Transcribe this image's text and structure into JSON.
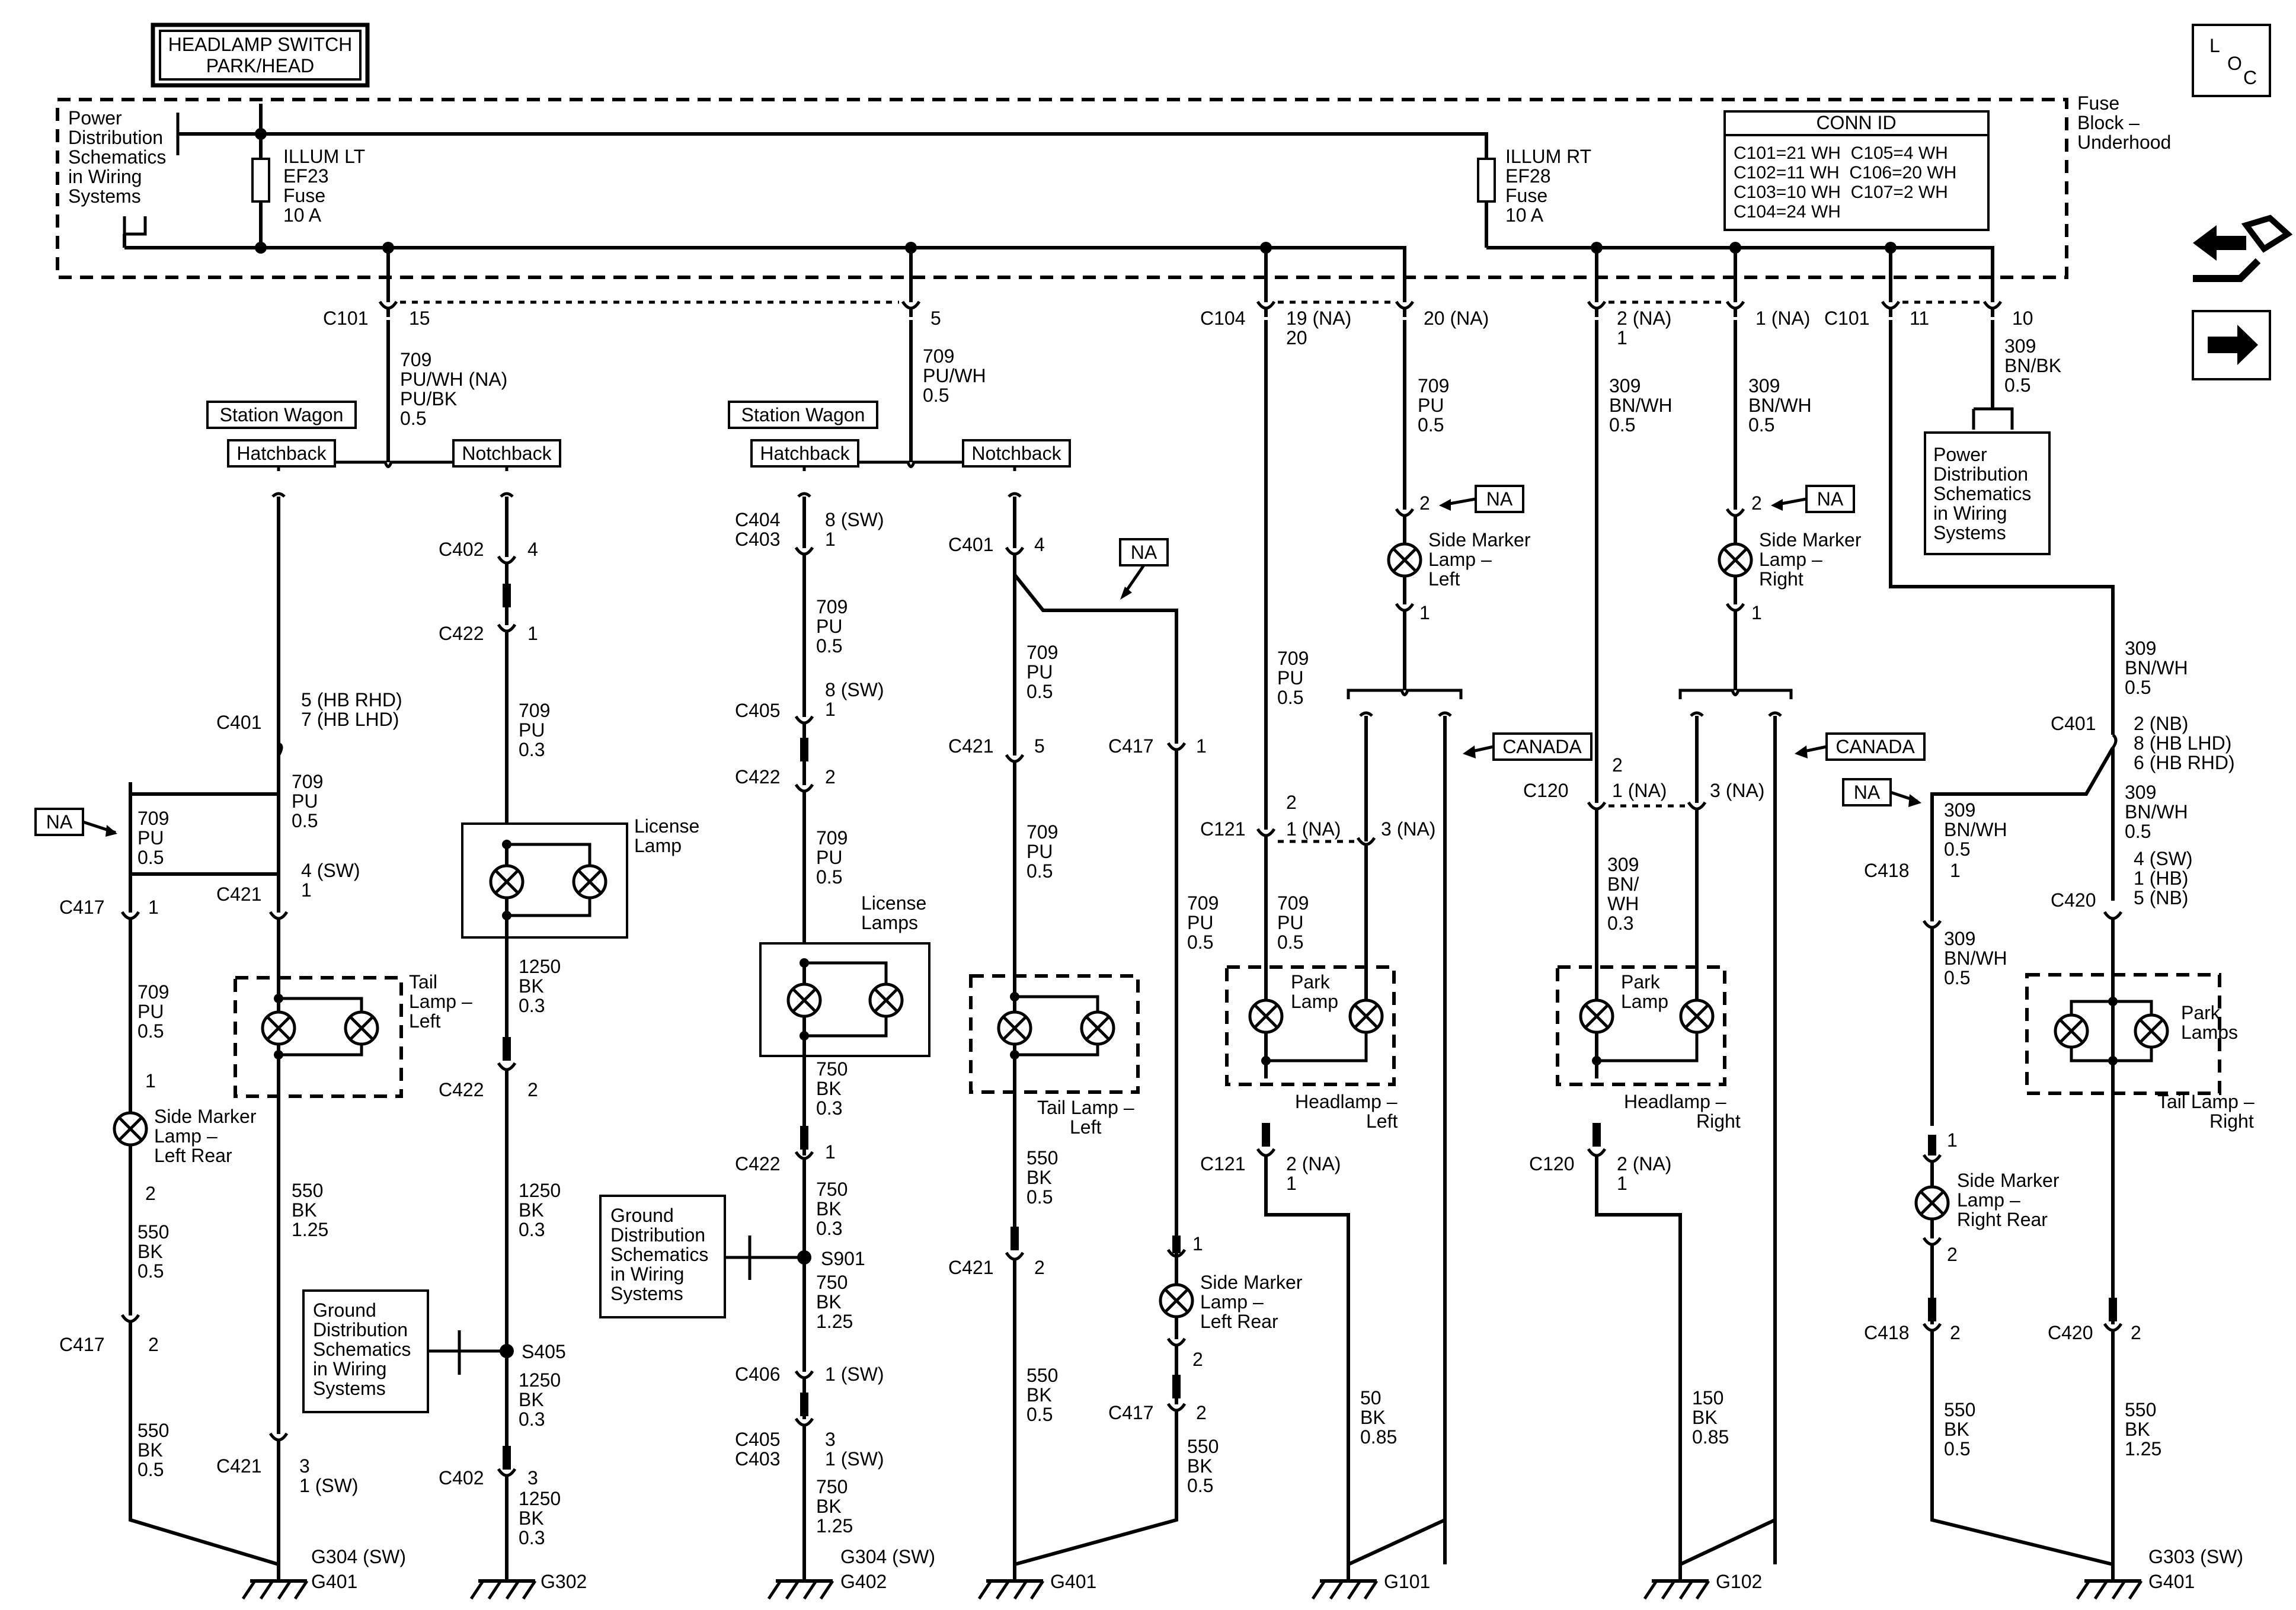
{
  "title_box": [
    "HEADLAMP SWITCH",
    "PARK/HEAD"
  ],
  "loc_box": {
    "l": "L",
    "o": "O",
    "c": "C"
  },
  "power_dist_ref": [
    "Power",
    "Distribution",
    "Schematics",
    "in Wiring",
    "Systems"
  ],
  "power_dist_ref2": [
    "Power",
    "Distribution",
    "Schematics",
    "in Wiring",
    "Systems"
  ],
  "fuse_lt": [
    "ILLUM LT",
    "EF23",
    "Fuse",
    "10 A"
  ],
  "fuse_rt": [
    "ILLUM RT",
    "EF28",
    "Fuse",
    "10 A"
  ],
  "fuse_block": [
    "Fuse",
    "Block –",
    "Underhood"
  ],
  "conn_id": {
    "title": "CONN ID",
    "rows": [
      "C101=21 WH  C105=4 WH",
      "C102=11 WH  C106=20 WH",
      "C103=10 WH  C107=2 WH",
      "C104=24 WH"
    ]
  },
  "icons": [
    "schematic-navigation-icon",
    "next-page-arrow-icon"
  ],
  "connectors": {
    "c101_a": "C101",
    "c101_a_pin": "15",
    "c101_b_pin": "5",
    "c104": "C104",
    "c104_pin_a": [
      "19 (NA)",
      "20"
    ],
    "c104_pin_b": "20 (NA)",
    "c104_pin_c": [
      "2 (NA)",
      "1"
    ],
    "c104_pin_d": "1 (NA)",
    "c101_c": "C101",
    "c101_c_pin": "11",
    "c101_d_pin": "10"
  },
  "wires_top": {
    "w1": [
      "709",
      "PU/WH (NA)",
      "PU/BK",
      "0.5"
    ],
    "w2": [
      "709",
      "PU/WH",
      "0.5"
    ],
    "w3": [
      "709",
      "PU",
      "0.5"
    ],
    "w4": [
      "309",
      "BN/WH",
      "0.5"
    ],
    "w5": [
      "309",
      "BN/WH",
      "0.5"
    ],
    "w6": [
      "309",
      "BN/BK",
      "0.5"
    ]
  },
  "option_labels": {
    "station_wagon": "Station Wagon",
    "hatchback": "Hatchback",
    "notchback": "Notchback",
    "na": "NA",
    "canada": "CANADA"
  },
  "ground_ref": [
    "Ground",
    "Distribution",
    "Schematics",
    "in Wiring",
    "Systems"
  ],
  "col1": {
    "c401": "C401",
    "c401_pins": [
      "5 (HB RHD)",
      "7 (HB LHD)"
    ],
    "w_a": [
      "709",
      "PU",
      "0.5"
    ],
    "c421": "C421",
    "c421_pin": [
      "4 (SW)",
      "1"
    ],
    "tail_lamp": [
      "Tail",
      "Lamp –",
      "Left"
    ],
    "w_b": [
      "550",
      "BK",
      "1.25"
    ],
    "c421b": "C421",
    "c421b_pin": [
      "3",
      "1 (SW)"
    ],
    "ground": [
      "G304 (SW)",
      "G401"
    ]
  },
  "col0": {
    "w_a": [
      "709",
      "PU",
      "0.5"
    ],
    "c417": "C417",
    "c417_pin": "1",
    "w_b": [
      "709",
      "PU",
      "0.5"
    ],
    "pin1": "1",
    "side_marker": [
      "Side Marker",
      "Lamp –",
      "Left Rear"
    ],
    "pin2": "2",
    "w_c": [
      "550",
      "BK",
      "0.5"
    ],
    "c417b": "C417",
    "c417b_pin": "2",
    "w_d": [
      "550",
      "BK",
      "0.5"
    ]
  },
  "col2": {
    "c402": "C402",
    "c402_pin": "4",
    "c422": "C422",
    "c422_pin": "1",
    "w_a": [
      "709",
      "PU",
      "0.3"
    ],
    "license_lamp": [
      "License",
      "Lamp"
    ],
    "w_b": [
      "1250",
      "BK",
      "0.3"
    ],
    "c422b": "C422",
    "c422b_pin": "2",
    "w_c": [
      "1250",
      "BK",
      "0.3"
    ],
    "splice": "S405",
    "w_d": [
      "1250",
      "BK",
      "0.3"
    ],
    "c402b": "C402",
    "c402b_pin": "3",
    "w_e": [
      "1250",
      "BK",
      "0.3"
    ],
    "ground": "G302"
  },
  "col3": {
    "c404": [
      "C404",
      "C403"
    ],
    "c404_pin": [
      "8 (SW)",
      "1"
    ],
    "w_a": [
      "709",
      "PU",
      "0.5"
    ],
    "c405": "C405",
    "c405_pin": [
      "8 (SW)",
      "1"
    ],
    "c422": "C422",
    "c422_pin": "2",
    "w_b": [
      "709",
      "PU",
      "0.5"
    ],
    "license_lamps": [
      "License",
      "Lamps"
    ],
    "w_c": [
      "750",
      "BK",
      "0.3"
    ],
    "c422b": "C422",
    "c422b_pin": "1",
    "w_d": [
      "750",
      "BK",
      "0.3"
    ],
    "splice": "S901",
    "w_e": [
      "750",
      "BK",
      "1.25"
    ],
    "c406": "C406",
    "c406_pin": "1 (SW)",
    "c405b": [
      "C405",
      "C403"
    ],
    "c405b_pin": [
      "3",
      "1 (SW)"
    ],
    "w_f": [
      "750",
      "BK",
      "1.25"
    ],
    "ground": [
      "G304 (SW)",
      "G402"
    ]
  },
  "col4": {
    "c401": "C401",
    "c401_pin": "4",
    "w_a": [
      "709",
      "PU",
      "0.5"
    ],
    "c421": "C421",
    "c421_pin": "5",
    "w_b": [
      "709",
      "PU",
      "0.5"
    ],
    "tail_lamp": [
      "Tail Lamp –",
      "Left"
    ],
    "w_c": [
      "550",
      "BK",
      "0.5"
    ],
    "c421b": "C421",
    "c421b_pin": "2",
    "w_d": [
      "550",
      "BK",
      "0.5"
    ],
    "ground": "G401"
  },
  "col5": {
    "c417": "C417",
    "c417_pin": "1",
    "w_a": [
      "709",
      "PU",
      "0.5"
    ],
    "pin1": "1",
    "side_marker": [
      "Side Marker",
      "Lamp –",
      "Left Rear"
    ],
    "pin2": "2",
    "c417b": "C417",
    "c417b_pin": "2",
    "w_b": [
      "550",
      "BK",
      "0.5"
    ]
  },
  "col6": {
    "w_a": [
      "709",
      "PU",
      "0.5"
    ],
    "c121": "C121",
    "c121_pin": [
      "2",
      "1 (NA)"
    ],
    "c121_pin_b": "3 (NA)",
    "w_b": [
      "709",
      "PU",
      "0.5"
    ],
    "park_lamp": [
      "Park",
      "Lamp"
    ],
    "headlamp": [
      "Headlamp –",
      "Left"
    ],
    "c121b": "C121",
    "c121b_pin": [
      "2 (NA)",
      "1"
    ],
    "w_c": [
      "50",
      "BK",
      "0.85"
    ],
    "ground": "G101"
  },
  "col7": {
    "pin2": "2",
    "side_marker": [
      "Side Marker",
      "Lamp –",
      "Left"
    ],
    "pin1": "1"
  },
  "col8": {
    "c120": "C120",
    "c120_pin": [
      "2",
      "1 (NA)"
    ],
    "c120_pin_b": "3 (NA)",
    "w_a": [
      "309",
      "BN/",
      "WH",
      "0.3"
    ],
    "park_lamp": [
      "Park",
      "Lamp"
    ],
    "headlamp": [
      "Headlamp –",
      "Right"
    ],
    "c120b": "C120",
    "c120b_pin": [
      "2 (NA)",
      "1"
    ],
    "w_b": [
      "150",
      "BK",
      "0.85"
    ],
    "ground": "G102"
  },
  "col9": {
    "pin2": "2",
    "side_marker": [
      "Side Marker",
      "Lamp –",
      "Right"
    ],
    "pin1": "1"
  },
  "col10": {
    "w_a": [
      "309",
      "BN/WH",
      "0.5"
    ],
    "c418": "C418",
    "c418_pin": "1",
    "w_b": [
      "309",
      "BN/WH",
      "0.5"
    ],
    "pin1": "1",
    "side_marker": [
      "Side Marker",
      "Lamp –",
      "Right Rear"
    ],
    "pin2": "2",
    "c418b": "C418",
    "c418b_pin": "2",
    "w_c": [
      "550",
      "BK",
      "0.5"
    ]
  },
  "col11": {
    "w_a": [
      "309",
      "BN/WH",
      "0.5"
    ],
    "c401": "C401",
    "c401_pins": [
      "2 (NB)",
      "8 (HB LHD)",
      "6 (HB RHD)"
    ],
    "w_b": [
      "309",
      "BN/WH",
      "0.5"
    ],
    "c420": "C420",
    "c420_pins": [
      "4 (SW)",
      "1 (HB)",
      "5 (NB)"
    ],
    "park_lamps": [
      "Park",
      "Lamps"
    ],
    "tail_lamp": [
      "Tail Lamp –",
      "Right"
    ],
    "c420b": "C420",
    "c420b_pin": "2",
    "w_c": [
      "550",
      "BK",
      "1.25"
    ],
    "ground": [
      "G303 (SW)",
      "G401"
    ]
  }
}
